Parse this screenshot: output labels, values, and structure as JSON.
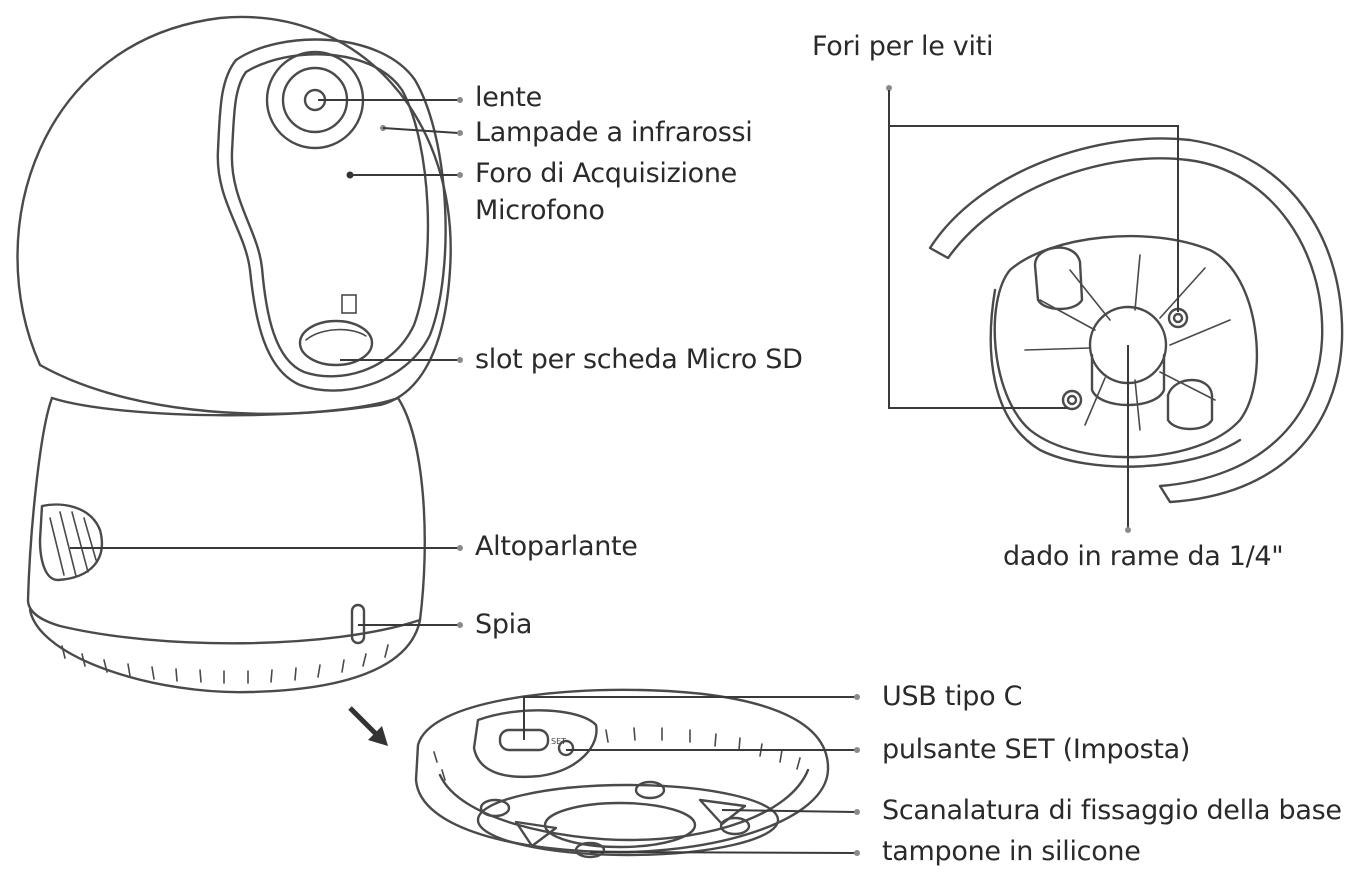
{
  "labels": {
    "lens": "lente",
    "ir_lamps": "Lampade a infrarossi",
    "mic_line1": "Foro di Acquisizione",
    "mic_line2": "Microfono",
    "sd_slot": "slot per scheda Micro SD",
    "speaker": "Altoparlante",
    "indicator": "Spia",
    "screw_holes": "Fori per le viti",
    "copper_nut": "dado in rame da 1/4\"",
    "usb": "USB tipo C",
    "set_button": "pulsante SET (Imposta)",
    "base_groove": "Scanalatura di fissaggio della base",
    "silicone_pad": "tampone in silicone",
    "set_mark": "SET"
  },
  "colors": {
    "line": "#3a3a3a",
    "drawing": "#4a4a4a",
    "text": "#2a2a2a"
  }
}
